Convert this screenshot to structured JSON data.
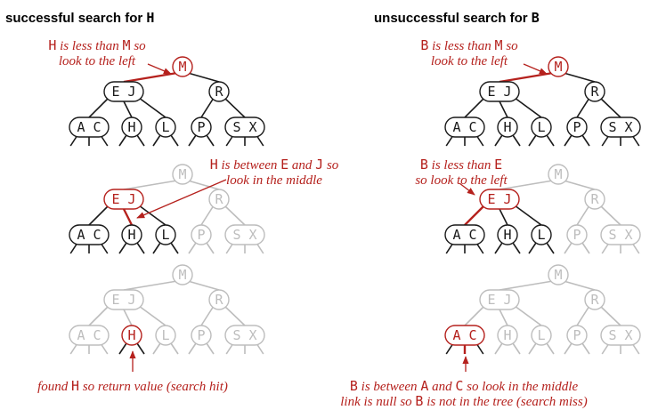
{
  "colors": {
    "highlight": "#b5211d",
    "normal": "#1a1a1a",
    "faded": "#bdbdbd",
    "node_fill": "#ffffff"
  },
  "panels": {
    "hit": {
      "heading": {
        "text": "successful search for ",
        "key": "H"
      },
      "steps": [
        {
          "lines": [
            [
              {
                "t": "H",
                "k": true
              },
              {
                "t": " is less than "
              },
              {
                "t": "M",
                "k": true
              },
              {
                "t": " so"
              }
            ],
            [
              {
                "t": "look to the left"
              }
            ]
          ]
        },
        {
          "lines": [
            [
              {
                "t": "H",
                "k": true
              },
              {
                "t": " is between "
              },
              {
                "t": "E",
                "k": true
              },
              {
                "t": " and "
              },
              {
                "t": "J",
                "k": true
              },
              {
                "t": " so"
              }
            ],
            [
              {
                "t": "look in the middle"
              }
            ]
          ]
        },
        {
          "lines": [
            [
              {
                "t": "found "
              },
              {
                "t": "H",
                "k": true
              },
              {
                "t": " so return value (search hit)"
              }
            ]
          ]
        }
      ]
    },
    "miss": {
      "heading": {
        "text": "unsuccessful search for ",
        "key": "B"
      },
      "steps": [
        {
          "lines": [
            [
              {
                "t": "B",
                "k": true
              },
              {
                "t": " is less than "
              },
              {
                "t": "M",
                "k": true
              },
              {
                "t": " so"
              }
            ],
            [
              {
                "t": "look to the left"
              }
            ]
          ]
        },
        {
          "lines": [
            [
              {
                "t": "B",
                "k": true
              },
              {
                "t": " is less than "
              },
              {
                "t": "E",
                "k": true
              }
            ],
            [
              {
                "t": "so look to the left"
              }
            ]
          ]
        },
        {
          "lines": [
            [
              {
                "t": "B",
                "k": true
              },
              {
                "t": " is between "
              },
              {
                "t": "A",
                "k": true
              },
              {
                "t": " and "
              },
              {
                "t": "C",
                "k": true
              },
              {
                "t": " so look in the middle"
              }
            ],
            [
              {
                "t": "link is null so "
              },
              {
                "t": "B",
                "k": true
              },
              {
                "t": " is not in the tree (search miss)"
              }
            ]
          ]
        }
      ]
    }
  },
  "tree": {
    "root": {
      "id": "M",
      "keys": [
        "M"
      ]
    },
    "middle": [
      {
        "id": "EJ",
        "keys": [
          "E",
          "J"
        ]
      },
      {
        "id": "R",
        "keys": [
          "R"
        ]
      }
    ],
    "leaves": [
      {
        "id": "AC",
        "keys": [
          "A",
          "C"
        ]
      },
      {
        "id": "H",
        "keys": [
          "H"
        ]
      },
      {
        "id": "L",
        "keys": [
          "L"
        ]
      },
      {
        "id": "P",
        "keys": [
          "P"
        ]
      },
      {
        "id": "SX",
        "keys": [
          "S",
          "X"
        ]
      }
    ]
  },
  "states": {
    "hit": [
      {
        "black": "all",
        "red_nodes": [
          "M"
        ],
        "red_links": [
          "M-EJ"
        ]
      },
      {
        "black": [
          "EJ",
          "AC",
          "H",
          "L"
        ],
        "red_nodes": [
          "EJ"
        ],
        "red_links": [
          "EJ-H"
        ]
      },
      {
        "black": [],
        "red_nodes": [
          "H"
        ],
        "red_links": []
      }
    ],
    "miss": [
      {
        "black": "all",
        "red_nodes": [
          "M"
        ],
        "red_links": [
          "M-EJ"
        ]
      },
      {
        "black": [
          "EJ",
          "AC",
          "H",
          "L"
        ],
        "red_nodes": [
          "EJ"
        ],
        "red_links": [
          "EJ-AC"
        ]
      },
      {
        "black": [],
        "red_nodes": [
          "AC"
        ],
        "red_links": [
          "AC-mid"
        ]
      }
    ]
  }
}
